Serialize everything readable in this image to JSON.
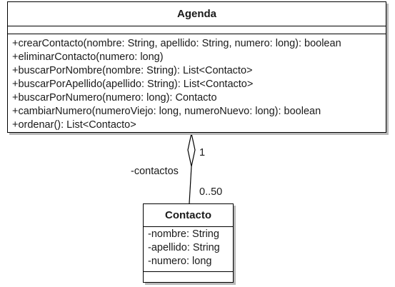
{
  "agenda": {
    "name": "Agenda",
    "operations": [
      "+crearContacto(nombre: String, apellido: String, numero: long): boolean",
      "+eliminarContacto(numero: long)",
      "+buscarPorNombre(nombre: String): List<Contacto>",
      "+buscarPorApellido(apellido: String): List<Contacto>",
      "+buscarPorNumero(numero: long): Contacto",
      "+cambiarNumero(numeroViejo: long, numeroNuevo: long): boolean",
      "+ordenar(): List<Contacto>"
    ]
  },
  "contacto": {
    "name": "Contacto",
    "attributes": [
      "-nombre: String",
      "-apellido: String",
      "-numero: long"
    ]
  },
  "association": {
    "role": "-contactos",
    "multiplicity_agenda": "1",
    "multiplicity_contacto": "0..50",
    "type": "aggregation"
  }
}
